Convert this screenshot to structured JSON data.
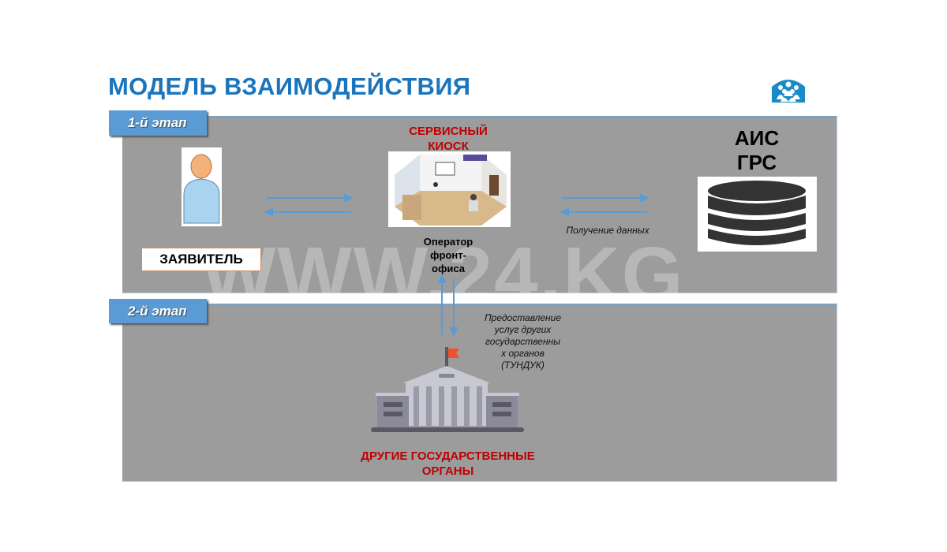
{
  "title": "МОДЕЛЬ ВЗАИМОДЕЙСТВИЯ",
  "watermark": "WWW.24.KG",
  "stage1": {
    "tab": "1-й этап",
    "kiosk_label_1": "СЕРВИСНЫЙ",
    "kiosk_label_2": "КИОСК",
    "operator_1": "Оператор",
    "operator_2": "фронт-",
    "operator_3": "офиса",
    "applicant": "ЗАЯВИТЕЛЬ",
    "db_1": "АИС",
    "db_2": "ГРС",
    "data_label": "Получение данных"
  },
  "stage2": {
    "tab": "2-й этап",
    "service_lines": [
      "Предоставление",
      "услуг других",
      "государственны",
      "х органов",
      "(ТУНДУК)"
    ],
    "gov_1": "ДРУГИЕ ГОСУДАРСТВЕННЫЕ",
    "gov_2": "ОРГАНЫ"
  },
  "colors": {
    "accent": "#1a75bc",
    "tab": "#5b9bd5",
    "red": "#c00000",
    "panel": "#9c9c9c",
    "arrow": "#5b9bd5"
  }
}
